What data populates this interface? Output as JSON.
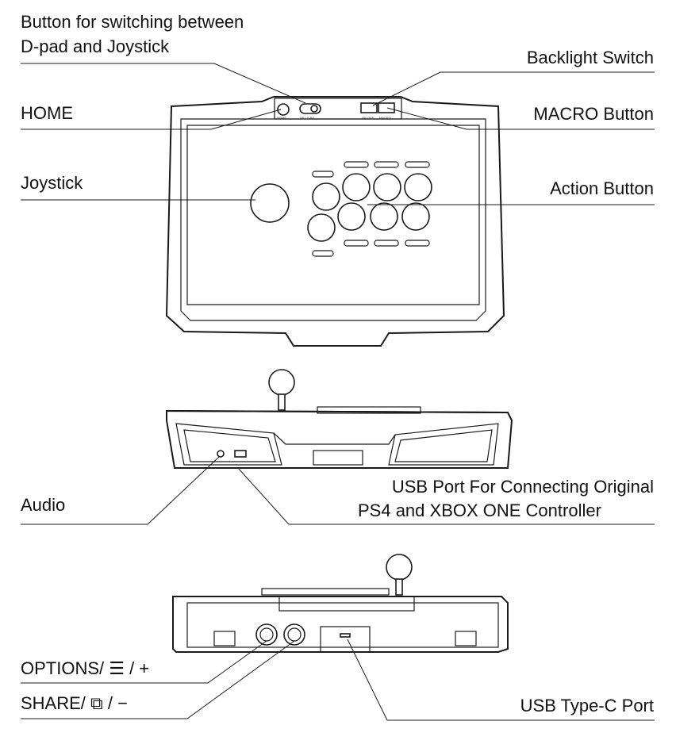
{
  "labels": {
    "switch_button_line1": "Button for switching between",
    "switch_button_line2": "D-pad and Joystick",
    "backlight_switch": "Backlight Switch",
    "home": "HOME",
    "macro_button": "MACRO Button",
    "joystick": "Joystick",
    "action_button": "Action Button",
    "audio": "Audio",
    "usb_port_line1": "USB Port For Connecting Original",
    "usb_port_line2": "PS4 and XBOX ONE Controller",
    "options": "OPTIONS/ ☰ / +",
    "share": "SHARE/ ⧉ / −",
    "usb_type_c": "USB Type-C Port"
  },
  "panel_text": {
    "home": "HOME",
    "mode_switch": "DP LS RS",
    "backlight": "ON OFF",
    "macro": "MACRO"
  }
}
